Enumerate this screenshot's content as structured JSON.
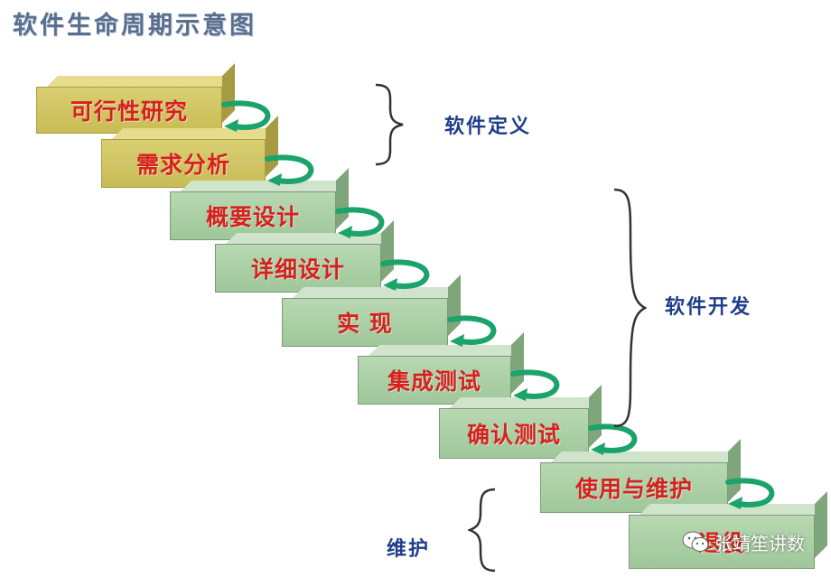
{
  "title": "软件生命周期示意图",
  "steps": [
    {
      "label": "可行性研究",
      "tone": "yellow"
    },
    {
      "label": "需求分析",
      "tone": "yellow"
    },
    {
      "label": "概要设计",
      "tone": "green"
    },
    {
      "label": "详细设计",
      "tone": "green"
    },
    {
      "label": "实 现",
      "tone": "green"
    },
    {
      "label": "集成测试",
      "tone": "green"
    },
    {
      "label": "确认测试",
      "tone": "green"
    },
    {
      "label": "使用与维护",
      "tone": "green"
    },
    {
      "label": "退役",
      "tone": "green"
    }
  ],
  "phases": {
    "definition": "软件定义",
    "development": "软件开发",
    "maintenance": "维护"
  },
  "watermark": "张靖笙讲数",
  "colors": {
    "step_text": "#d6211f",
    "phase_text": "#1f3d8a",
    "arrow": "#1aa36b",
    "title": "#5a6f8e"
  },
  "icons": {
    "loop_arrow": "curved-return-arrow-icon",
    "brace": "right-curly-brace-icon",
    "watermark_logo": "wechat-logo-icon"
  }
}
